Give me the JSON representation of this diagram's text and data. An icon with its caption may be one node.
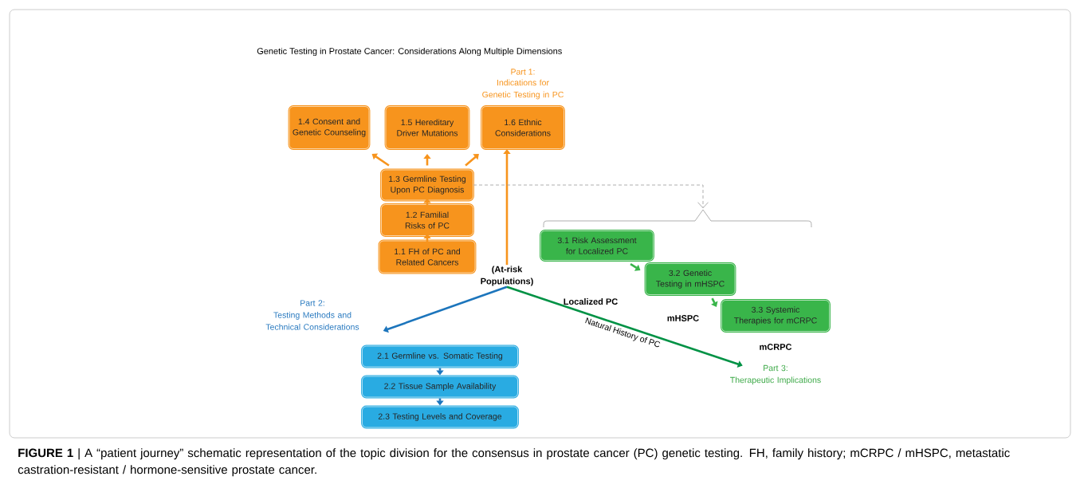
{
  "diagram": {
    "title": "Genetic Testing in Prostate Cancer: Considerations Along Multiple Dimensions",
    "caption": "**FIGURE 1** | A “patient journey” schematic representation of the topic division for the consensus in prostate cancer (PC) genetic testing. FH, family history; mCRPC / mHSPC, metastatic castration-resistant / hormone-sensitive prostate cancer.",
    "nodes": [
      {
        "text": [
          "1.4 Consent and Genetic Counseling"
        ]
      },
      {
        "text": [
          "1.5 Hereditary Driver Mutations"
        ]
      },
      {
        "text": [
          "1.6 Ethnic Considerations"
        ]
      },
      {
        "text": [
          "1.3 Germline Testing Upon PC Diagnosis"
        ]
      },
      {
        "text": [
          "1.2 Familial Risks of PC"
        ]
      },
      {
        "text": [
          "1.1 FH of PC and Related Cancers"
        ]
      },
      {
        "text": [
          "(At-risk Populations)"
        ]
      },
      {
        "text": [
          "Part 2:",
          "Testing Methods and Technical Considerations"
        ]
      },
      {
        "text": [
          "2.1 Germline vs. Somatic Testing"
        ]
      },
      {
        "text": [
          "2.2 Tissue Sample Availability"
        ]
      },
      {
        "text": [
          "2.3 Testing Levels and Coverage"
        ]
      },
      {
        "text": [
          "3.1 Risk Assessment for Localized PC"
        ]
      },
      {
        "text": [
          "3.2 Genetic Testing in mHSPC"
        ]
      },
      {
        "text": [
          "3.3 Systemic Therapies for mCRPC"
        ]
      },
      {
        "text": [
          "Part 3:",
          "Therapeutic Implications"
        ]
      },
      {
        "text": [],
        "shape": "bracket"
      }
    ],
    "edges": [
      {
        "from": 3,
        "to": 0,
        "arrow": "to",
        "color": "#f7941d"
      },
      {
        "from": 3,
        "to": 1,
        "arrow": "to",
        "color": "#f7941d"
      },
      {
        "from": 3,
        "to": 2,
        "arrow": "to",
        "color": "#f7941d"
      },
      {
        "from": 5,
        "to": 4,
        "arrow": "to",
        "color": "#f7941d"
      },
      {
        "from": 4,
        "to": 3,
        "arrow": "to",
        "color": "#f7941d"
      },
      {
        "from": 6,
        "to": 2,
        "arrow": "to",
        "color": "#f7941d"
      },
      {
        "from": 6,
        "to": 7,
        "arrow": "to",
        "color": "#1c75bc"
      },
      {
        "from": 8,
        "to": 9,
        "arrow": "to",
        "color": "#1c75bc"
      },
      {
        "from": 9,
        "to": 10,
        "arrow": "to",
        "color": "#1c75bc"
      },
      {
        "from": 6,
        "to": 14,
        "arrow": "to",
        "color": "#009245",
        "label": "Natural History of PC"
      },
      {
        "from": 11,
        "to": 12,
        "arrow": "to",
        "color": "#39b54a"
      },
      {
        "from": 12,
        "to": 13,
        "arrow": "to",
        "color": "#39b54a"
      },
      {
        "from": 3,
        "to": 15,
        "arrow": "to",
        "style": "dashed",
        "color": "#999999"
      }
    ],
    "labels": [
      "Part 1:",
      "Indications for Genetic Testing in PC",
      "Localized PC",
      "mHSPC",
      "mCRPC"
    ]
  }
}
